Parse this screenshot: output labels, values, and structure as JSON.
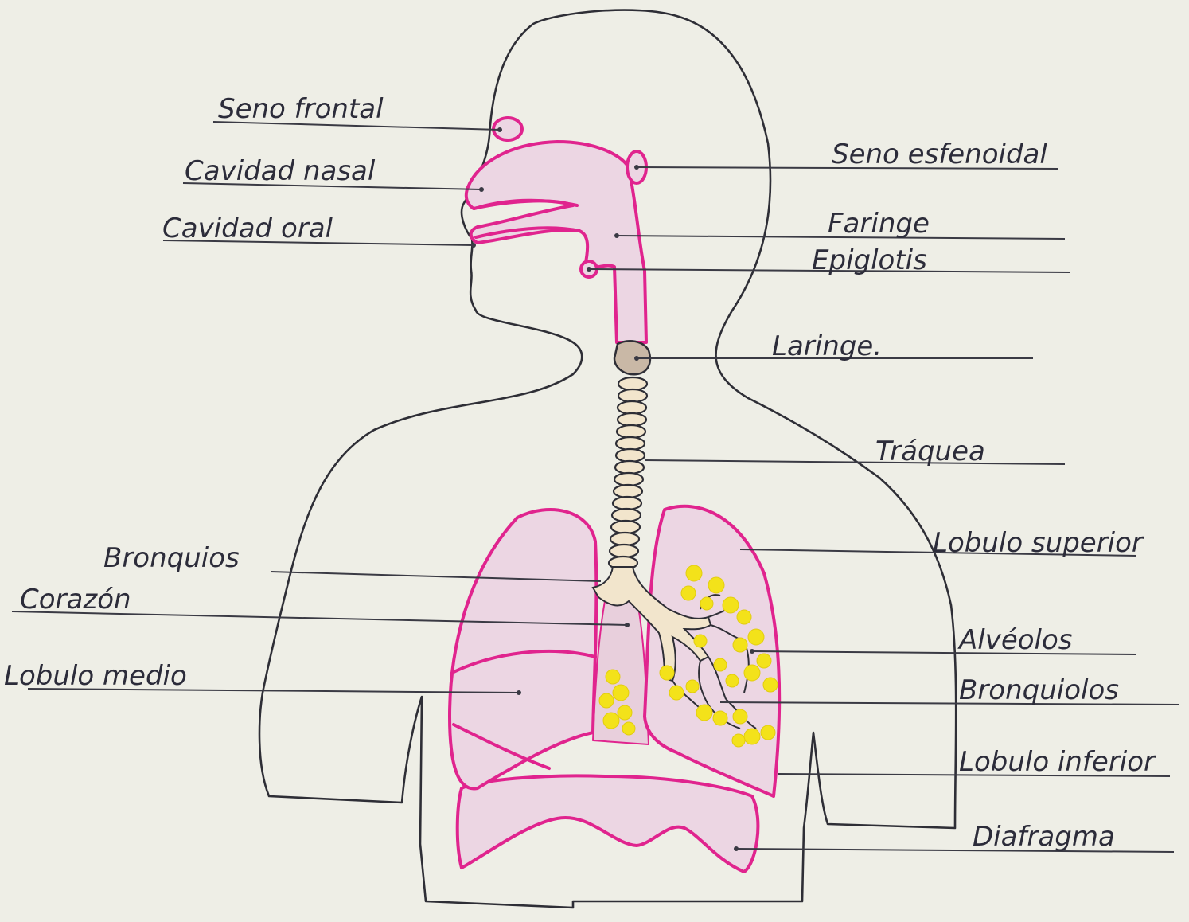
{
  "labels": {
    "seno_frontal": "Seno frontal",
    "cavidad_nasal": "Cavidad nasal",
    "cavidad_oral": "Cavidad oral",
    "seno_esfenoidal": "Seno esfenoidal",
    "faringe": "Faringe",
    "epiglotis": "Epiglotis",
    "laringe": "Laringe.",
    "traquea": "Tráquea",
    "bronquios": "Bronquios",
    "corazon": "Corazón",
    "lobulo_medio": "Lobulo medio",
    "lobulo_superior": "Lobulo superior",
    "alveolos": "Alvéolos",
    "bronquiolos": "Bronquiolos",
    "lobulo_inferior": "Lobulo inferior",
    "diafragma": "Diafragma"
  },
  "colors": {
    "organ_outline": "#e0248e",
    "organ_fill": "#ecd6e3",
    "alveoli": "#f3e21a",
    "larynx": "#c9b8a6",
    "paper": "#eeeee6",
    "ink": "#2e2e36"
  }
}
